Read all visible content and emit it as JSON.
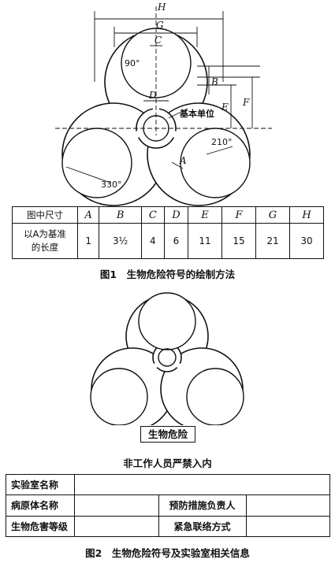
{
  "figure1": {
    "dim_labels": {
      "H": "H",
      "G": "G",
      "C": "C",
      "B": "B",
      "E": "E",
      "F": "F",
      "D": "D",
      "A": "A"
    },
    "angles": {
      "a90": "90°",
      "a210": "210°",
      "a330": "330°"
    },
    "unit_label": "基本单位"
  },
  "dimension_table": {
    "header_label": "图中尺寸",
    "row_label_line1": "以A为基准",
    "row_label_line2": "的长度",
    "letters": [
      "A",
      "B",
      "C",
      "D",
      "E",
      "F",
      "G",
      "H"
    ],
    "values": [
      "1",
      "3½",
      "4",
      "6",
      "11",
      "15",
      "21",
      "30"
    ]
  },
  "figure1_caption": "图1　生物危险符号的绘制方法",
  "figure2": {
    "symbol_label": "生物危险",
    "notice": "非工作人员严禁入内",
    "info_table": {
      "lab_name": "实验室名称",
      "pathogen_name": "病原体名称",
      "prevention_responsible": "预防措施负责人",
      "biohazard_level": "生物危害等级",
      "emergency_contact": "紧急联络方式"
    },
    "caption": "图2　生物危险符号及实验室相关信息"
  },
  "colors": {
    "ink": "#111111",
    "background": "#ffffff"
  }
}
